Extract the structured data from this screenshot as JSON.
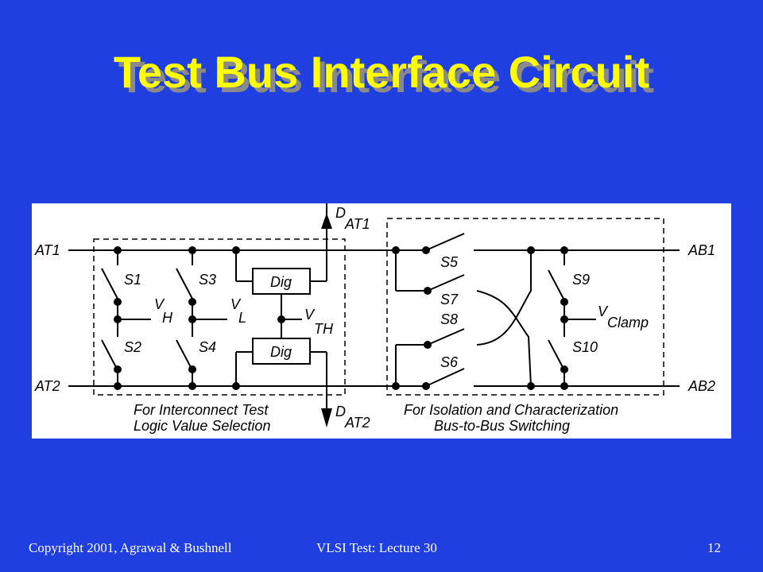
{
  "slide": {
    "title": "Test Bus Interface Circuit",
    "colors": {
      "background": "#1f3fe0",
      "title": "#ffff00",
      "title_shadow": "#8a8a8a",
      "footer_text": "#ffffff"
    }
  },
  "diagram": {
    "terminals": {
      "at1": "AT1",
      "at2": "AT2",
      "ab1": "AB1",
      "ab2": "AB2"
    },
    "switches": {
      "s1": "S1",
      "s2": "S2",
      "s3": "S3",
      "s4": "S4",
      "s5": "S5",
      "s6": "S6",
      "s7": "S7",
      "s8": "S8",
      "s9": "S9",
      "s10": "S10"
    },
    "voltages": {
      "vh": {
        "main": "V",
        "sub": "H"
      },
      "vl": {
        "main": "V",
        "sub": "L"
      },
      "vth": {
        "main": "V",
        "sub": "TH"
      },
      "vclamp": {
        "main": "V",
        "sub": "Clamp"
      }
    },
    "digital_outputs": {
      "dat1": {
        "main": "D",
        "sub": "AT1"
      },
      "dat2": {
        "main": "D",
        "sub": "AT2"
      }
    },
    "dig_boxes": {
      "top": "Dig",
      "bottom": "Dig"
    },
    "captions": {
      "left_line1": "For Interconnect Test",
      "left_line2": "Logic Value Selection",
      "right_line1": "For Isolation and Characterization",
      "right_line2": "Bus-to-Bus Switching"
    }
  },
  "footer": {
    "copyright": "Copyright 2001, Agrawal & Bushnell",
    "lecture": "VLSI Test: Lecture 30",
    "page": "12"
  }
}
